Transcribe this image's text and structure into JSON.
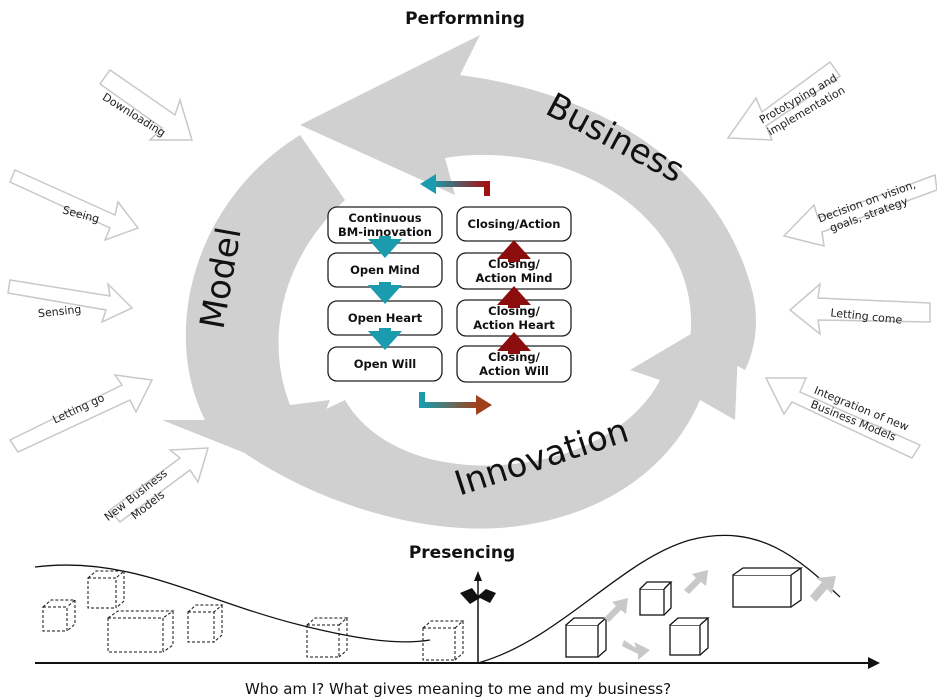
{
  "titles": {
    "top": "Performning",
    "middle": "Presencing",
    "bottom_question": "Who am I? What gives meaning to me and my business?"
  },
  "cycle_words": {
    "model": "Model",
    "business": "Business",
    "innovation": "Innovation"
  },
  "left_column": [
    {
      "label": "Continuous",
      "label2": "BM-innovation"
    },
    {
      "label": "Open Mind"
    },
    {
      "label": "Open Heart"
    },
    {
      "label": "Open Will"
    }
  ],
  "right_column": [
    {
      "label": "Closing/Action"
    },
    {
      "label": "Closing/",
      "label2": "Action Mind"
    },
    {
      "label": "Closing/",
      "label2": "Action Heart"
    },
    {
      "label": "Closing/",
      "label2": "Action Will"
    }
  ],
  "left_arrows": [
    {
      "label": "Downloading"
    },
    {
      "label": "Seeing"
    },
    {
      "label": "Sensing"
    },
    {
      "label": "Letting go"
    },
    {
      "label": "New Business",
      "label2": "Models"
    }
  ],
  "right_arrows": [
    {
      "label": "Prototyping and",
      "label2": "implementation"
    },
    {
      "label": "Decision on vision,",
      "label2": "goals, strategy"
    },
    {
      "label": "Letting come"
    },
    {
      "label": "Integration of new",
      "label2": "Business Models"
    }
  ],
  "colors": {
    "cycle_gray": "#d0d0d0",
    "arrow_outline": "#c8c8c8",
    "teal": "#1a9cae",
    "dark_red": "#8b0d0d",
    "box_border": "#222222"
  }
}
